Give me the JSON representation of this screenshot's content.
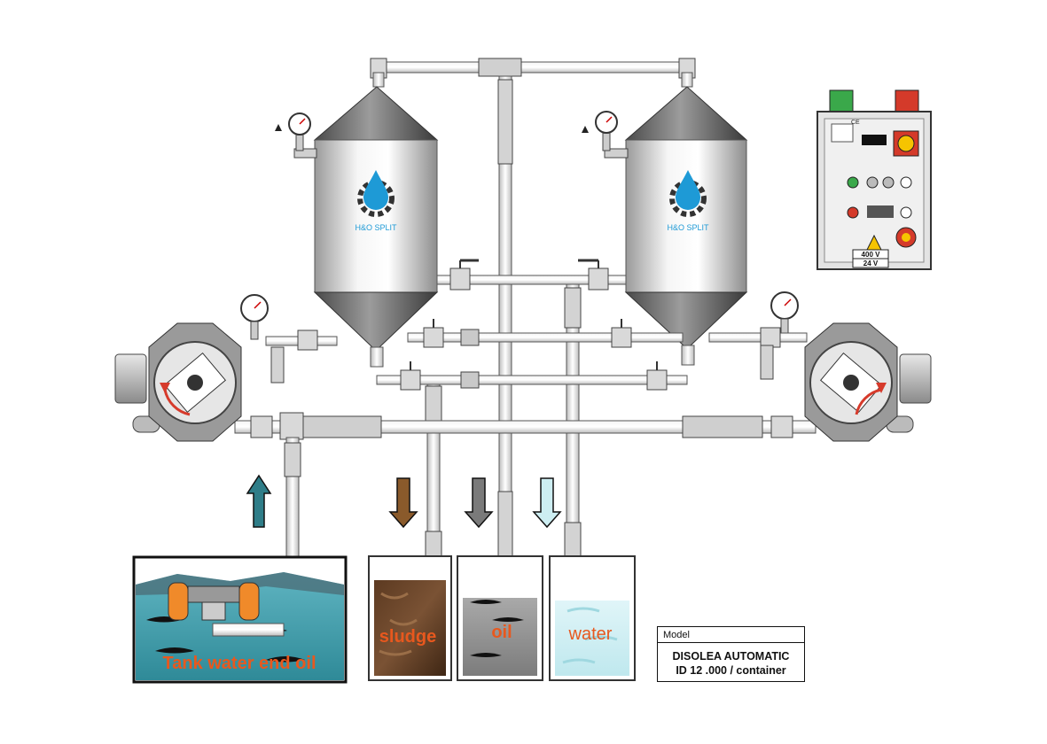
{
  "labels": {
    "tank": "Tank water end oil",
    "sludge": "sludge",
    "oil": "oil",
    "water": "water",
    "brand": "H&O SPLIT"
  },
  "panel": {
    "voltage_high": "400 V",
    "voltage_low": "24 V",
    "ce_mark": "CE"
  },
  "model": {
    "heading": "Model",
    "name": "DISOLEA AUTOMATIC",
    "id": "ID 12 .000  / container"
  },
  "colors": {
    "label_orange": "#e8581e",
    "brand_blue": "#1e9ad6",
    "arrow_up": "#2f7d88",
    "arrow_sludge": "#8a5a2b",
    "arrow_oil": "#7a7a7a",
    "arrow_water": "#cdeef2"
  },
  "icons": {
    "logo": "water-drop-gear-icon",
    "gauge": "pressure-gauge-icon",
    "warning": "high-voltage-warning-icon",
    "lamp_green": "green-indicator-lamp-icon",
    "lamp_red": "red-indicator-lamp-icon"
  }
}
